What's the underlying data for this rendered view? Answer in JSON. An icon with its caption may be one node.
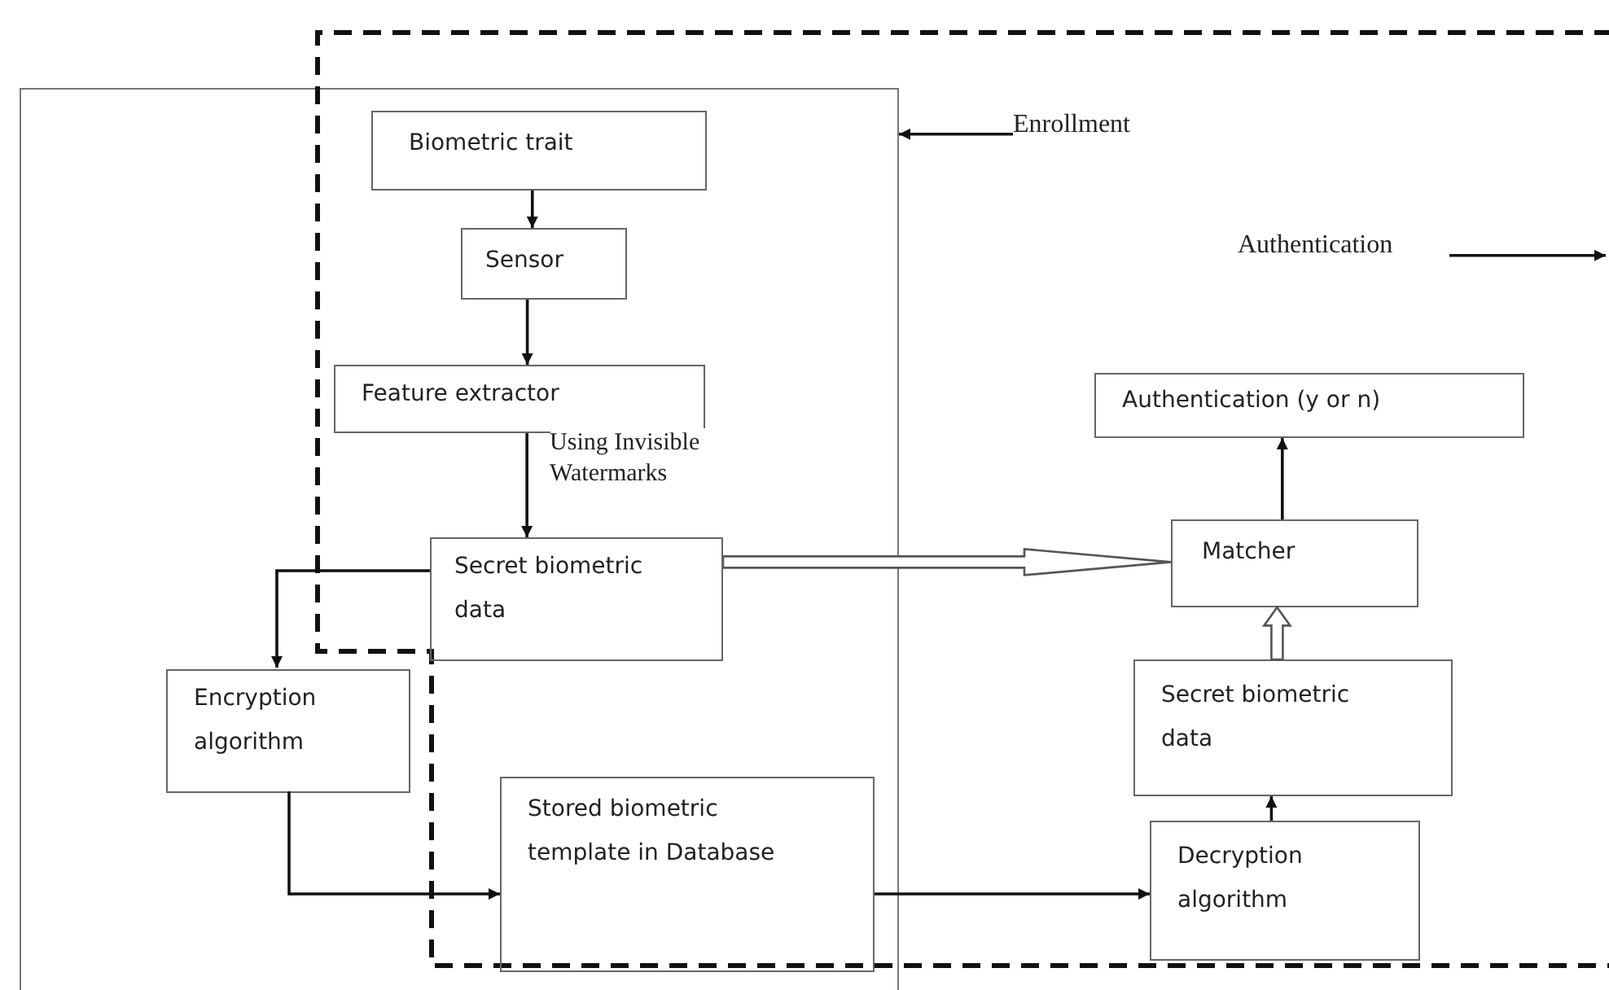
{
  "diagram": {
    "nodes": [
      {
        "text": [],
        "shape": "box"
      },
      {
        "text": [],
        "shape": "box"
      },
      {
        "text": [
          "Enrollment"
        ],
        "in": 1
      },
      {
        "text": [
          "Authentication"
        ],
        "in": 1
      },
      {
        "text": [
          "Biometric trait"
        ]
      },
      {
        "text": [
          "Sensor"
        ]
      },
      {
        "text": [
          "Feature extractor"
        ]
      },
      {
        "text": [
          "Secret biometric data"
        ]
      },
      {
        "text": [
          "Encryption algorithm"
        ],
        "in": 0
      },
      {
        "text": [
          "Stored biometric template in Database"
        ]
      },
      {
        "text": [
          "Authentication (y or n)"
        ],
        "in": 1
      },
      {
        "text": [
          "Matcher"
        ],
        "in": 1
      },
      {
        "text": [
          "Secret biometric data"
        ],
        "in": 1
      },
      {
        "text": [
          "Decryption algorithm"
        ],
        "in": 1
      }
    ],
    "edges": [
      {
        "from": 2,
        "to": 0,
        "arrow": "to"
      },
      {
        "from": 3,
        "to": 1,
        "arrow": "to"
      },
      {
        "from": 4,
        "to": 5,
        "arrow": "to"
      },
      {
        "from": 5,
        "to": 6,
        "arrow": "to"
      },
      {
        "from": 6,
        "to": 7,
        "arrow": "to",
        "label": "Using Invisible Watermarks"
      },
      {
        "from": 7,
        "to": 8,
        "arrow": "to"
      },
      {
        "from": 8,
        "to": 9,
        "arrow": "to"
      },
      {
        "from": 7,
        "to": 11,
        "arrow": "to",
        "style": "thick"
      },
      {
        "from": 9,
        "to": 13,
        "arrow": "to"
      },
      {
        "from": 13,
        "to": 12,
        "arrow": "to"
      },
      {
        "from": 12,
        "to": 11,
        "arrow": "to",
        "style": "thick"
      },
      {
        "from": 11,
        "to": 10,
        "arrow": "to"
      }
    ]
  }
}
